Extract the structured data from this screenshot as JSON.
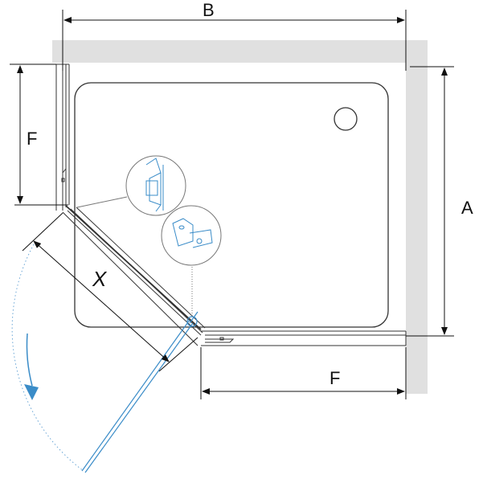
{
  "dimensions": {
    "width_label": "B",
    "depth_label": "A",
    "side_left_label": "F",
    "side_bottom_label": "F",
    "door_label": "X"
  },
  "colors": {
    "wall": "#e0e0e0",
    "line": "#222222",
    "detail": "#3a8cc8"
  },
  "icons": [
    "hinge-profile-detail",
    "door-clamp-detail",
    "swing-direction-arrow",
    "drain"
  ]
}
